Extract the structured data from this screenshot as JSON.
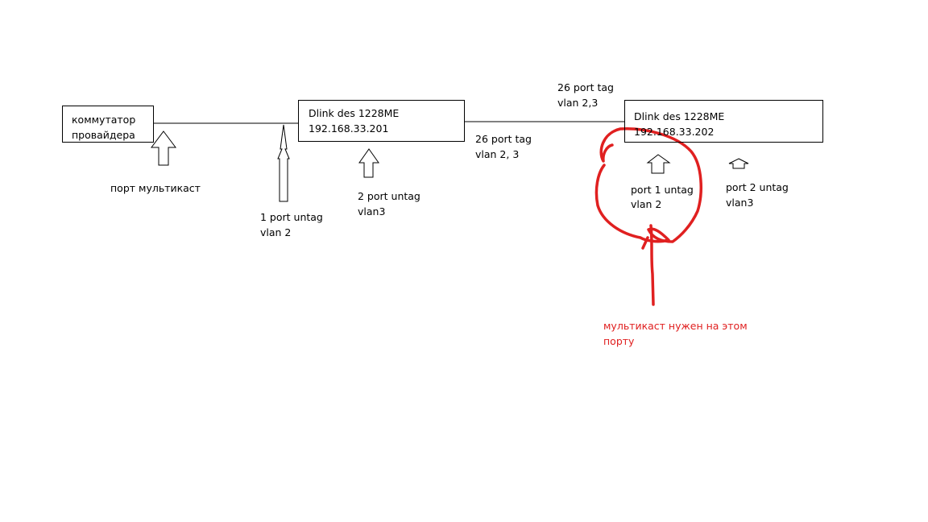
{
  "provider_switch": {
    "line1": "коммутатор",
    "line2": "провайдера",
    "port_label": "порт мультикаст"
  },
  "switch1": {
    "model": "Dlink des 1228ME",
    "ip": "192.168.33.201",
    "port1": {
      "line1": "1 port untag",
      "line2": "vlan 2"
    },
    "port2": {
      "line1": "2 port untag",
      "line2": "vlan3"
    },
    "port26": {
      "line1": "26 port tag",
      "line2": "vlan 2, 3"
    }
  },
  "switch2": {
    "model": "Dlink des 1228ME",
    "ip": "192.168.33.202",
    "port26": {
      "line1": "26 port tag",
      "line2": "vlan 2,3"
    },
    "port1": {
      "line1": "port 1 untag",
      "line2": "vlan 2"
    },
    "port2": {
      "line1": "port 2 untag",
      "line2": "vlan3"
    }
  },
  "annotation": {
    "line1": "мультикаст нужен на этом",
    "line2": "порту",
    "color": "#e02020"
  }
}
